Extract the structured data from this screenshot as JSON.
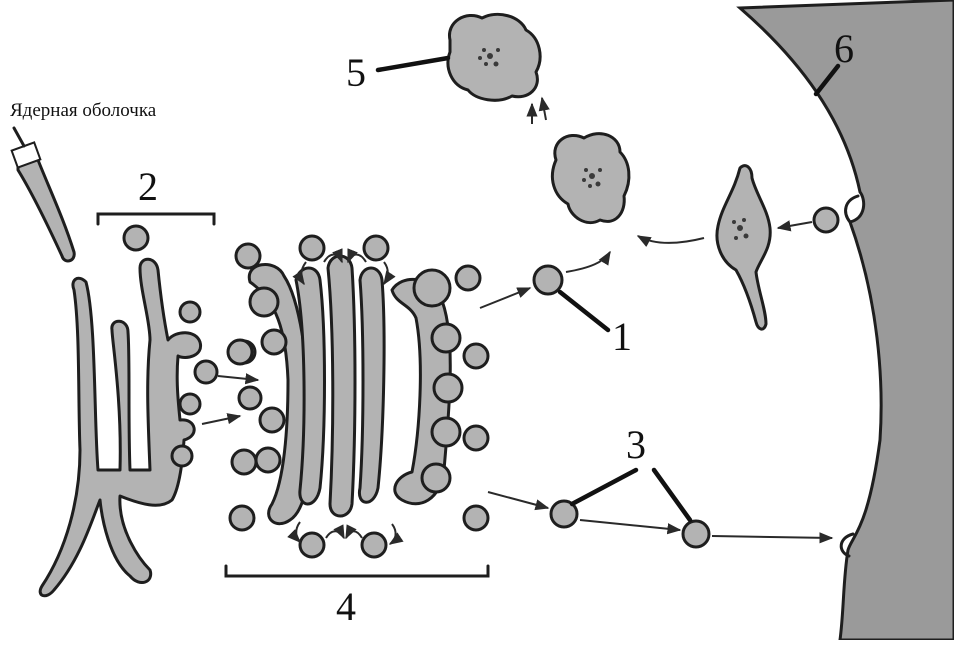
{
  "diagram": {
    "caption_nuclear_envelope": "Ядерная оболочка",
    "labels": [
      "1",
      "2",
      "3",
      "4",
      "5",
      "6"
    ]
  },
  "colors": {
    "organelle_fill": "#b3b3b3",
    "membrane_fill": "#9a9a9a",
    "outline": "#1e1e1e",
    "background": "#ffffff"
  }
}
